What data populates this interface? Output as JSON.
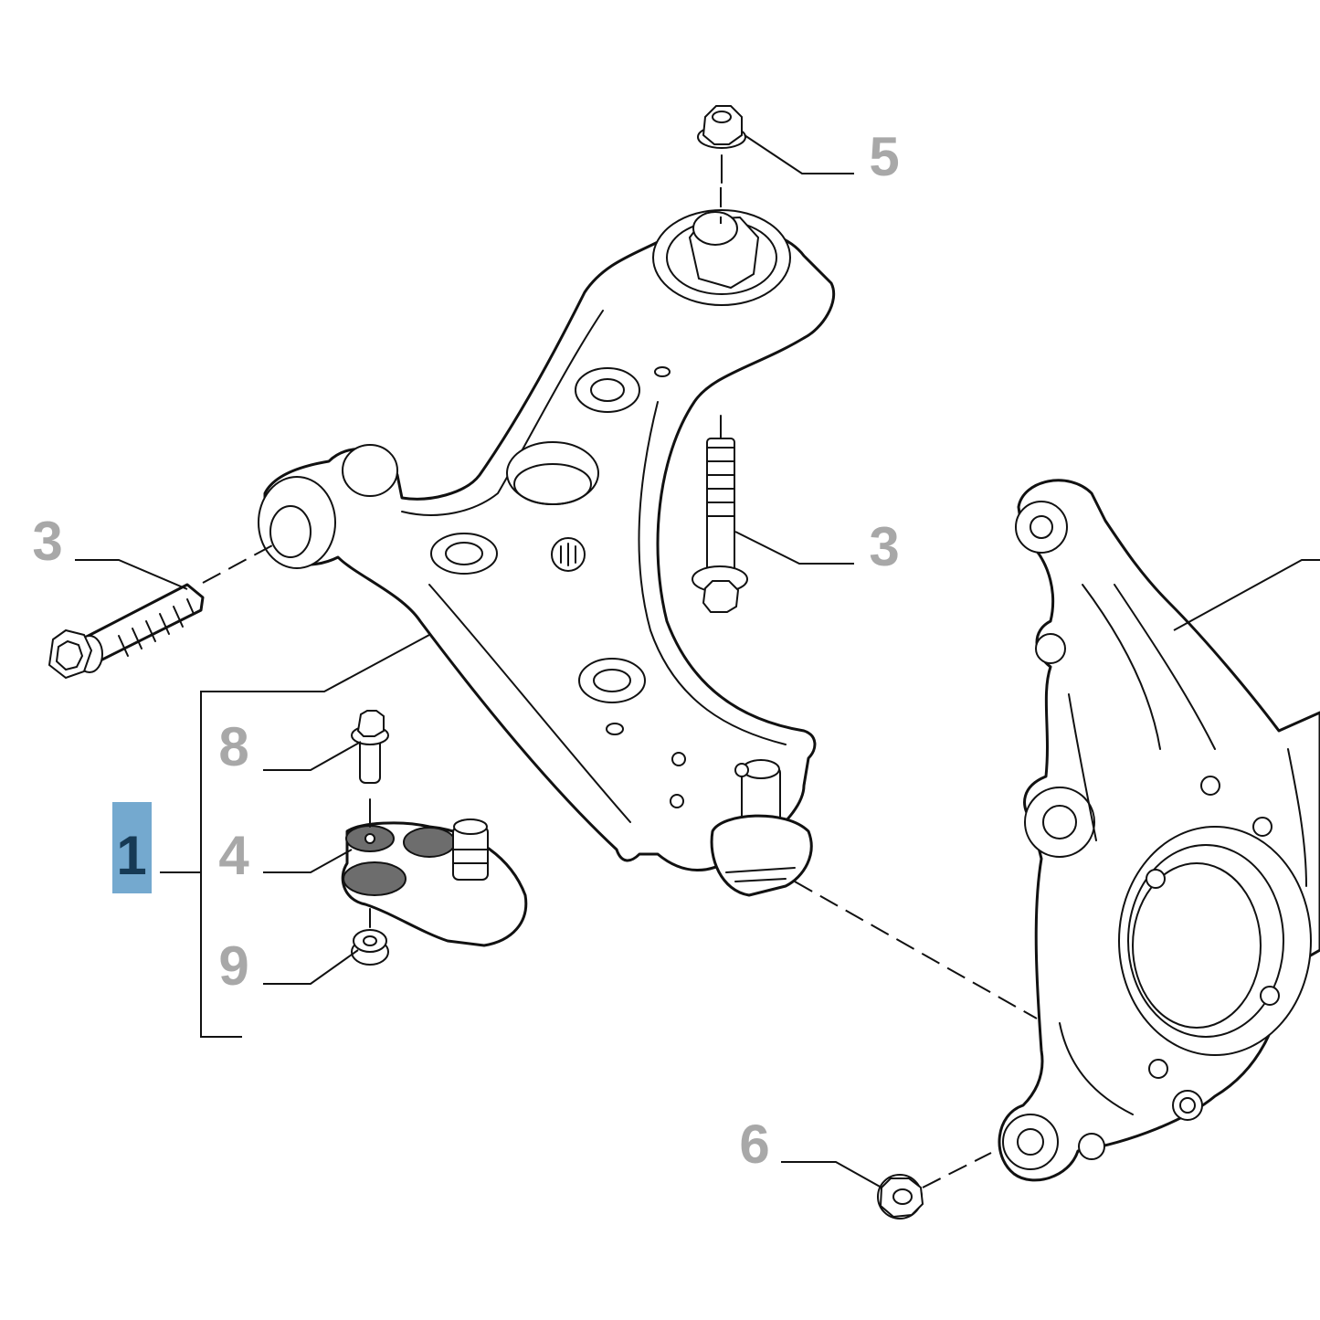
{
  "diagram": {
    "callouts": {
      "part_1": "1",
      "part_3_left": "3",
      "part_3_right": "3",
      "part_4": "4",
      "part_5": "5",
      "part_6": "6",
      "part_8": "8",
      "part_9": "9"
    },
    "colors": {
      "line": "#111111",
      "callout_text": "#a8a8a8",
      "highlight_fill": "#74a9cf",
      "highlight_text": "#163a55"
    }
  }
}
